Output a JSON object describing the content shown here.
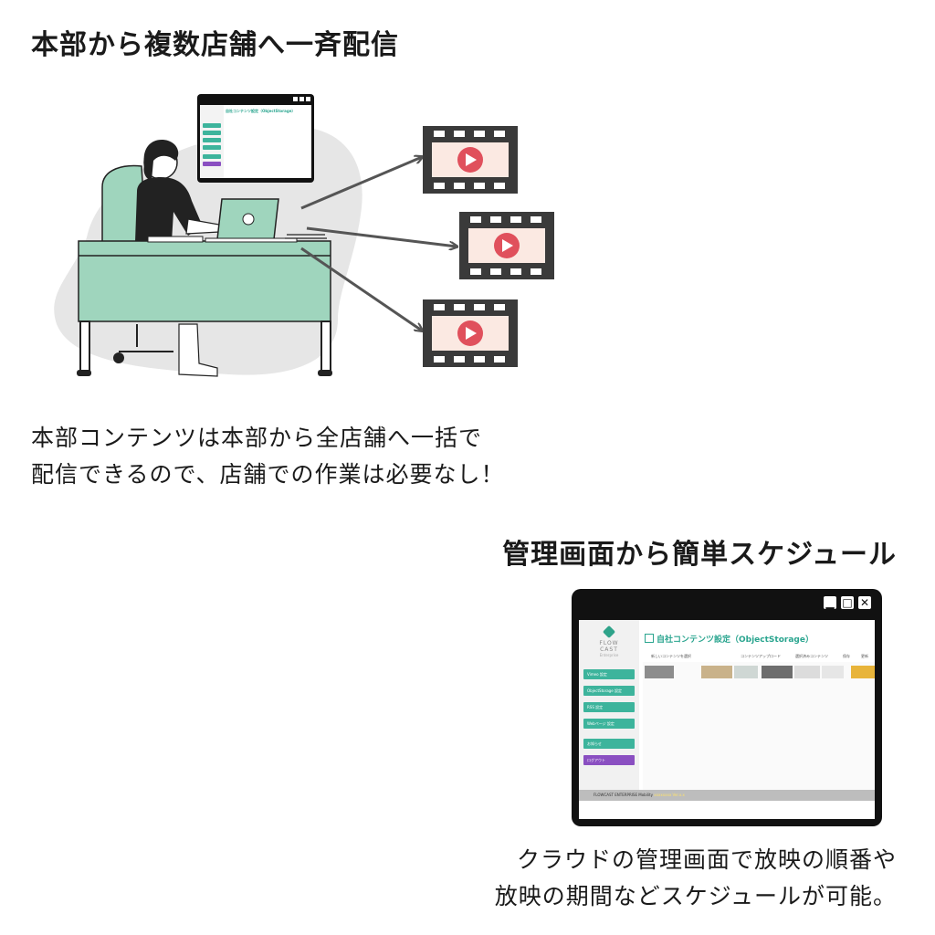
{
  "section1": {
    "heading": "本部から複数店舗へ一斉配信",
    "description_line1": "本部コンテンツは本部から全店舗へ一括で",
    "description_line2": "配信できるので、店舗での作業は必要なし！"
  },
  "section2": {
    "heading": "管理画面から簡単スケジュール",
    "description_line1": "クラウドの管理画面で放映の順番や",
    "description_line2": "放映の期間などスケジュールが可能。"
  },
  "screen": {
    "window_buttons": {
      "minimize": "▁",
      "maximize": "□",
      "close": "✕"
    },
    "logo_text": "FLOW CAST",
    "logo_sub": "Enterprise",
    "title": "自社コンテンツ設定（ObjectStorage）",
    "sidebar": [
      {
        "label": "Vimeo 設定",
        "color": "#3db49c"
      },
      {
        "label": "ObjectStorage 設定",
        "color": "#3db49c"
      },
      {
        "label": "RSS 設定",
        "color": "#3db49c"
      },
      {
        "label": "Webページ 設定",
        "color": "#3db49c"
      },
      {
        "label": "お知らせ",
        "color": "#3db49c"
      },
      {
        "label": "ログアウト",
        "color": "#8a4fc1"
      }
    ],
    "tabs": [
      "新しいコンテンツを選択",
      "コンテンツアップロード",
      "選択済みコンテンツ",
      "保存",
      "更新"
    ],
    "footer_text": "FLOWCAST ENTERPRISE Mobility",
    "footer_version": "xxxxxxxx Ver.x.x"
  },
  "colors": {
    "accent": "#2aa58f",
    "desk": "#9fd5bd",
    "blob": "#e6e6e6",
    "film": "#3a3a3a",
    "film_screen": "#fbe9e2",
    "play": "#e0505c",
    "logout": "#8a4fc1"
  },
  "icons": [
    "play-icon",
    "arrow-icon",
    "minimize-icon",
    "maximize-icon",
    "close-icon",
    "logo-cube-icon"
  ]
}
